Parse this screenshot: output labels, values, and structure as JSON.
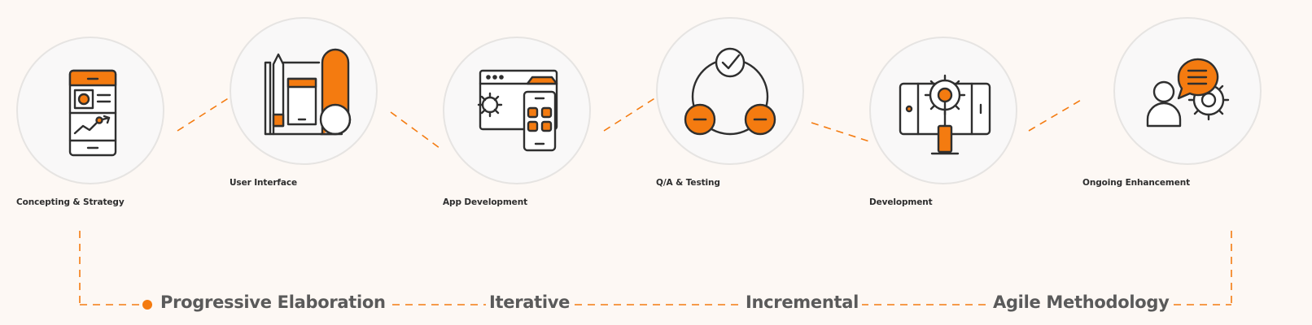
{
  "colors": {
    "accent": "#f47b10",
    "outline": "#2f2f2f",
    "circle_bg": "#f9f8f8",
    "page_bg": "#fdf8f4"
  },
  "steps": [
    {
      "label": "Concepting & Strategy",
      "icon": "mobile-wireframe-icon"
    },
    {
      "label": "User Interface",
      "icon": "blueprint-design-icon"
    },
    {
      "label": "App Development",
      "icon": "browser-and-phone-icon"
    },
    {
      "label": "Q/A & Testing",
      "icon": "testing-cycle-icon"
    },
    {
      "label": "Development",
      "icon": "tablet-gear-deploy-icon"
    },
    {
      "label": "Ongoing Enhancement",
      "icon": "user-support-gears-icon"
    }
  ],
  "methodologies": [
    {
      "label": "Progressive Elaboration"
    },
    {
      "label": "Iterative"
    },
    {
      "label": "Incremental"
    },
    {
      "label": "Agile Methodology"
    }
  ]
}
